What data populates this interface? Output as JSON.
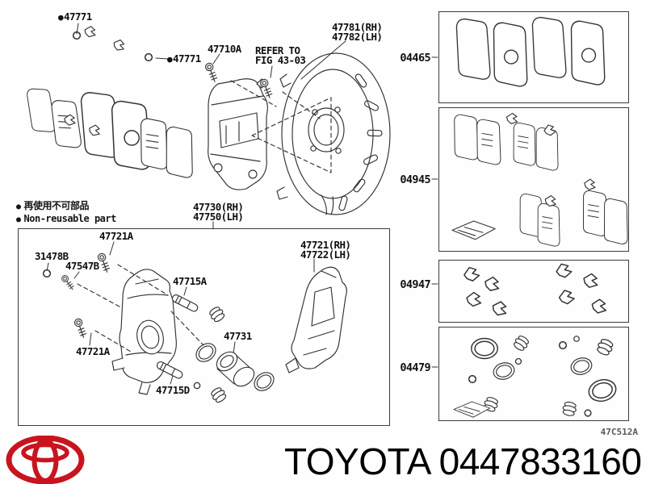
{
  "bullet": "●",
  "legend": {
    "jp": "再使用不可部品",
    "en": "Non-reusable part"
  },
  "callouts": {
    "c47771_top": {
      "text": "47771"
    },
    "c47771_mid": {
      "text": "47771"
    },
    "c47710A": {
      "text": "47710A"
    },
    "refer": {
      "line1": "REFER TO",
      "line2": "FIG 43-03"
    },
    "c47781": {
      "line1": "47781(RH)",
      "line2": "47782(LH)"
    },
    "c47730": {
      "line1": "47730(RH)",
      "line2": "47750(LH)"
    },
    "c47721A_top": {
      "text": "47721A"
    },
    "c31478B": {
      "text": "31478B"
    },
    "c47547B": {
      "text": "47547B"
    },
    "c47715A": {
      "text": "47715A"
    },
    "c47721": {
      "line1": "47721(RH)",
      "line2": "47722(LH)"
    },
    "c47721A_bottom": {
      "text": "47721A"
    },
    "c47731": {
      "text": "47731"
    },
    "c47715D": {
      "text": "47715D"
    }
  },
  "kits": [
    {
      "code": "04465"
    },
    {
      "code": "04945"
    },
    {
      "code": "04947"
    },
    {
      "code": "04479"
    }
  ],
  "figure_code": "47C512A",
  "footer": {
    "brand": "TOYOTA",
    "part_number": "0447833160"
  },
  "colors": {
    "line": "#333333",
    "text": "#101010",
    "logo_red": "#c9141f",
    "box_border": "#3c3c3c"
  }
}
